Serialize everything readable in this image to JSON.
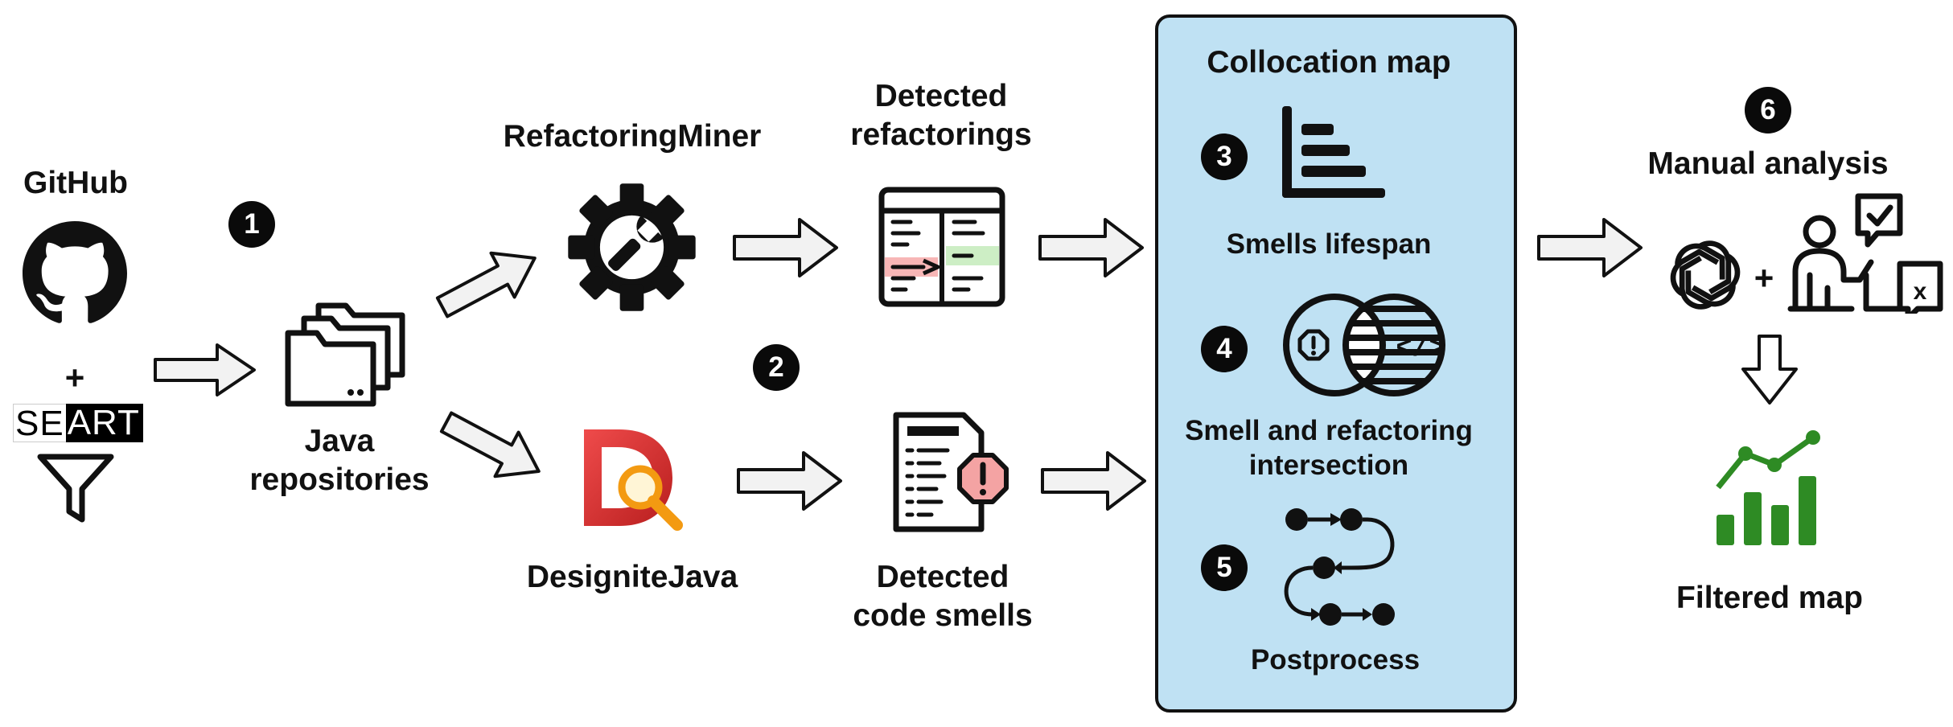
{
  "labels": {
    "github": "GitHub",
    "plus": "+",
    "seart_a": "SE",
    "seart_b": "ART",
    "java_repos": "Java\nrepositories",
    "refminer": "RefactoringMiner",
    "designite": "DesigniteJava",
    "detected_refactorings": "Detected\nrefactorings",
    "detected_smells": "Detected\ncode smells",
    "collocation_map": "Collocation map",
    "smells_lifespan": "Smells lifespan",
    "smell_refactoring": "Smell and refactoring\nintersection",
    "postprocess": "Postprocess",
    "manual_analysis": "Manual analysis",
    "filtered_map": "Filtered map"
  },
  "steps": [
    "1",
    "2",
    "3",
    "4",
    "5",
    "6"
  ],
  "colors": {
    "panel_bg": "#bfe1f3",
    "arrow_fill": "#f2f2f2",
    "chart_green": "#2e8b24",
    "designite_red": "#d62a2a",
    "designite_orange": "#f39a12",
    "warn_pink": "#f4a3a3",
    "diff_red": "#f7b6b6",
    "diff_green": "#cdeec5"
  },
  "icons": [
    "github-icon",
    "filter-icon",
    "folders-icon",
    "gear-wrench-icon",
    "designite-icon",
    "diff-table-icon",
    "code-smell-document-icon",
    "bar-lifespan-icon",
    "venn-icon",
    "flow-icon",
    "openai-icon",
    "person-review-icon",
    "growth-chart-icon"
  ]
}
